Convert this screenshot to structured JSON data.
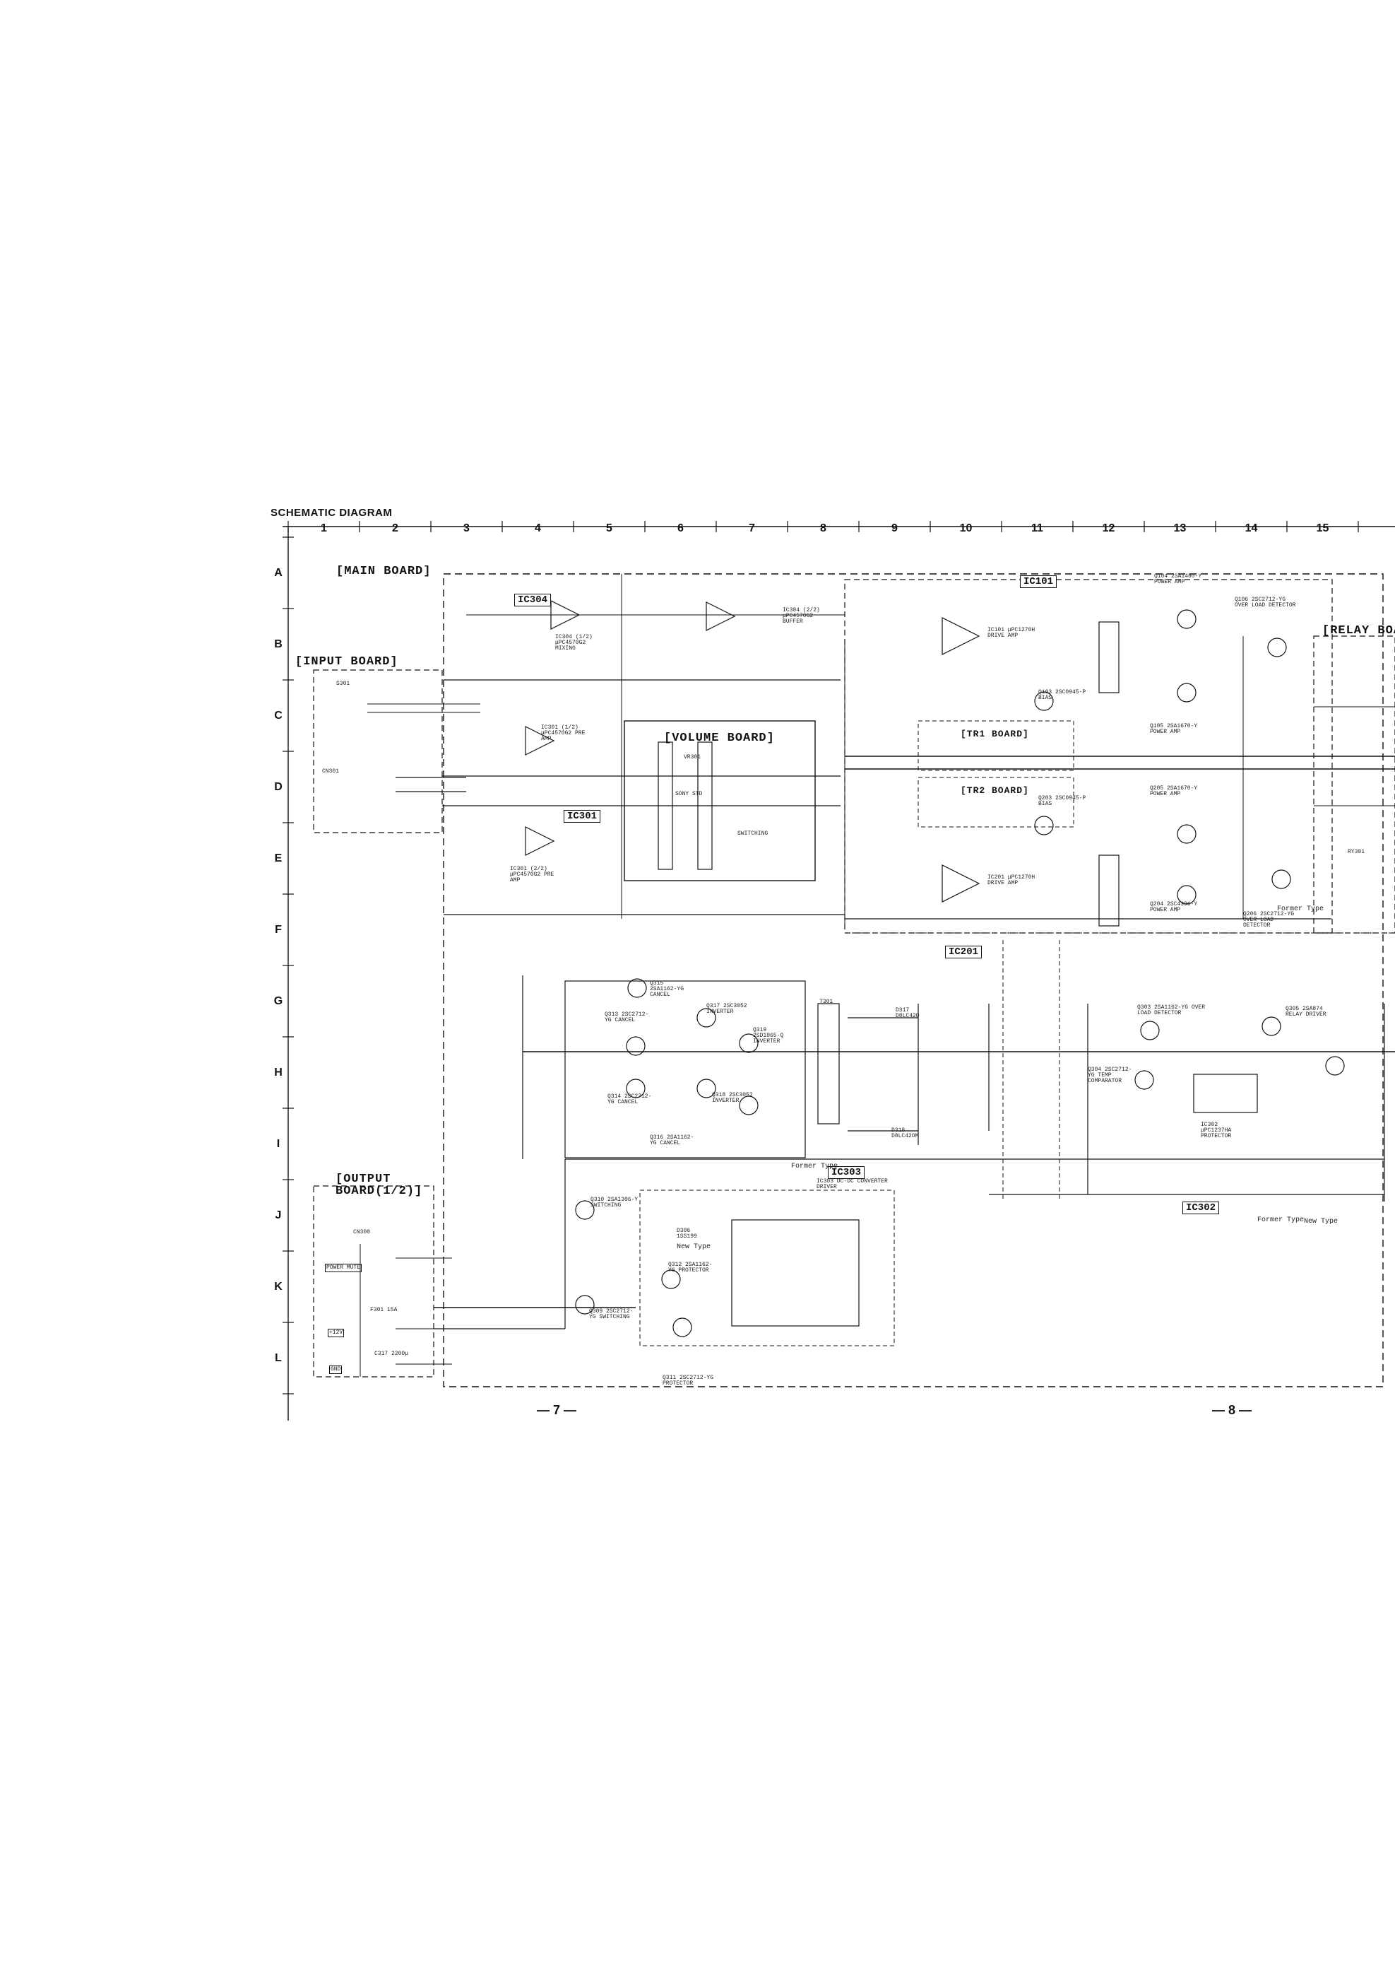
{
  "header": {
    "title": "SCHEMATIC DIAGRAM"
  },
  "grid": {
    "columns": [
      "1",
      "2",
      "3",
      "4",
      "5",
      "6",
      "7",
      "8",
      "9",
      "10",
      "11",
      "12",
      "13",
      "14",
      "15"
    ],
    "rows": [
      "A",
      "B",
      "C",
      "D",
      "E",
      "F",
      "G",
      "H",
      "I",
      "J",
      "K",
      "L"
    ]
  },
  "boards": {
    "main": "[MAIN BOARD]",
    "input": "[INPUT BOARD]",
    "volume": "[VOLUME BOARD]",
    "relay": "[RELAY BOARD]",
    "output": "[OUTPUT BOARD(1/2)]",
    "tr1": "[TR1 BOARD]",
    "tr2": "[TR2 BOARD]"
  },
  "ic_labels": {
    "ic304": "IC304",
    "ic301": "IC301",
    "ic101": "IC101",
    "ic201": "IC201",
    "ic303": "IC303",
    "ic302": "IC302"
  },
  "components": {
    "ic304_mixing": "IC304 (1/2) μPC4570G2 MIXING",
    "ic304_buffer": "IC304 (2/2) μPC4570G2 BUFFER",
    "ic301_pre_1": "IC301 (1/2) μPC4570G2 PRE AMP",
    "ic301_pre_2": "IC301 (2/2) μPC4570G2 PRE AMP",
    "ic101_drive": "IC101 μPC1270H DRIVE AMP",
    "ic201_drive": "IC201 μPC1270H DRIVE AMP",
    "q106": "Q106 2SC2712-YG OVER LOAD DETECTOR",
    "q104": "Q104 2SA1480-Y POWER AMP",
    "q105": "Q105 2SA1670-Y POWER AMP",
    "q205": "Q205 2SA1670-Y POWER AMP",
    "q204": "Q204 2SC4396-Y POWER AMP",
    "q206": "Q206 2SC2712-YG OVER LOAD DETECTOR",
    "q103": "Q103 2SC0945-P BIAS",
    "q203": "Q203 2SC0945-P BIAS",
    "q303": "Q303 2SA1162-YG OVER LOAD DETECTOR",
    "q305": "Q305 2SA874 RELAY DRIVER",
    "q304": "Q304 2SC2712-YG TEMP COMPARATOR",
    "ic302": "IC302 μPC1237HA PROTECTOR",
    "ic303_desc": "IC303 DC-DC CONVERTER DRIVER",
    "q315": "Q315 2SA1162-YG CANCEL",
    "q317": "Q317 2SC3052 INVERTER",
    "q313": "Q313 2SC2712-YG CANCEL",
    "q314": "Q314 2SC2712-YG CANCEL",
    "q316": "Q316 2SA1162-YG CANCEL",
    "q318": "Q318 2SC3052 INVERTER",
    "q319": "Q319 2SD1065-Q INVERTER",
    "q310": "Q310 2SA1306-Y SWITCHING",
    "q309": "Q309 2SC2712-YG SWITCHING",
    "q311": "Q311 2SC2712-YG PROTECTOR",
    "q312": "Q312 2SA1162-YG PROTECTOR",
    "d306": "D306 1SS199",
    "d318": "D318 D8LC42OM",
    "d317": "D317 D8LC42O",
    "t301": "T301",
    "f301": "F301 15A",
    "c317": "C317 2200μ",
    "cn300": "CN300",
    "cn301": "CN301",
    "s301": "S301",
    "vr301": "VR301",
    "sony_std": "SONY STD",
    "switching": "SWITCHING",
    "rv301": "RY301",
    "power_mute": "POWER MUTE",
    "plus12v": "+12V",
    "gnd": "GND"
  },
  "notes": {
    "former_type": "Former Type",
    "new_type": "New Type",
    "former_type_2": "Former Type",
    "new_type_2": "New Type",
    "former_type_3": "Former Type"
  },
  "footer": {
    "page_left": "— 7 —",
    "page_right": "— 8 —"
  }
}
